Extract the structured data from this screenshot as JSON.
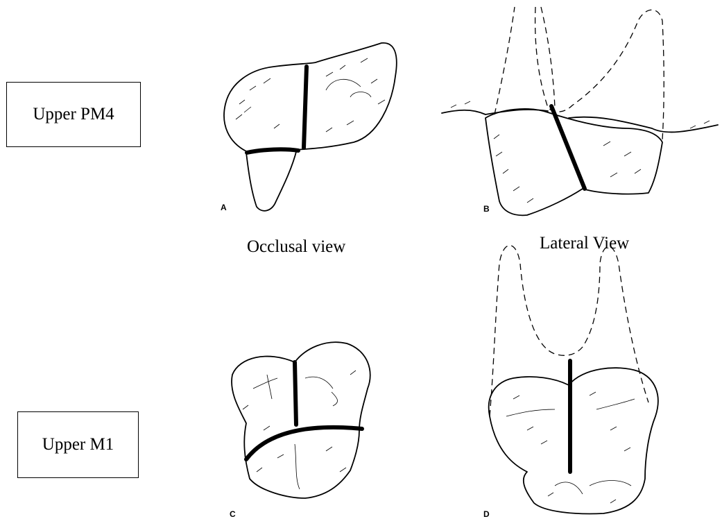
{
  "labels": {
    "upper_pm4": "Upper PM4",
    "upper_m1": "Upper M1"
  },
  "captions": {
    "occlusal": "Occlusal view",
    "lateral": "Lateral View"
  },
  "panel_letters": {
    "a": "A",
    "b": "B",
    "c": "C",
    "d": "D"
  }
}
